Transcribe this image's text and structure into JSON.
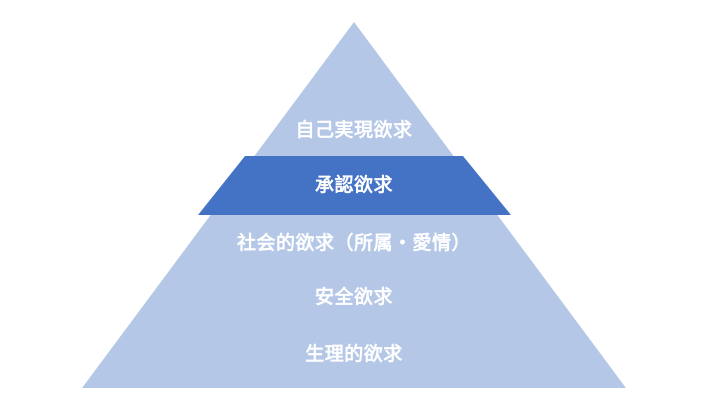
{
  "pyramid": {
    "levels": [
      {
        "label": "自己実現欲求"
      },
      {
        "label": "承認欲求"
      },
      {
        "label": "社会的欲求（所属・愛情）"
      },
      {
        "label": "安全欲求"
      },
      {
        "label": "生理的欲求"
      }
    ],
    "highlighted_level": "承認欲求",
    "colors": {
      "base_fill": "#b4c7e7",
      "highlight_fill": "#4472c4",
      "text": "#ffffff"
    }
  }
}
